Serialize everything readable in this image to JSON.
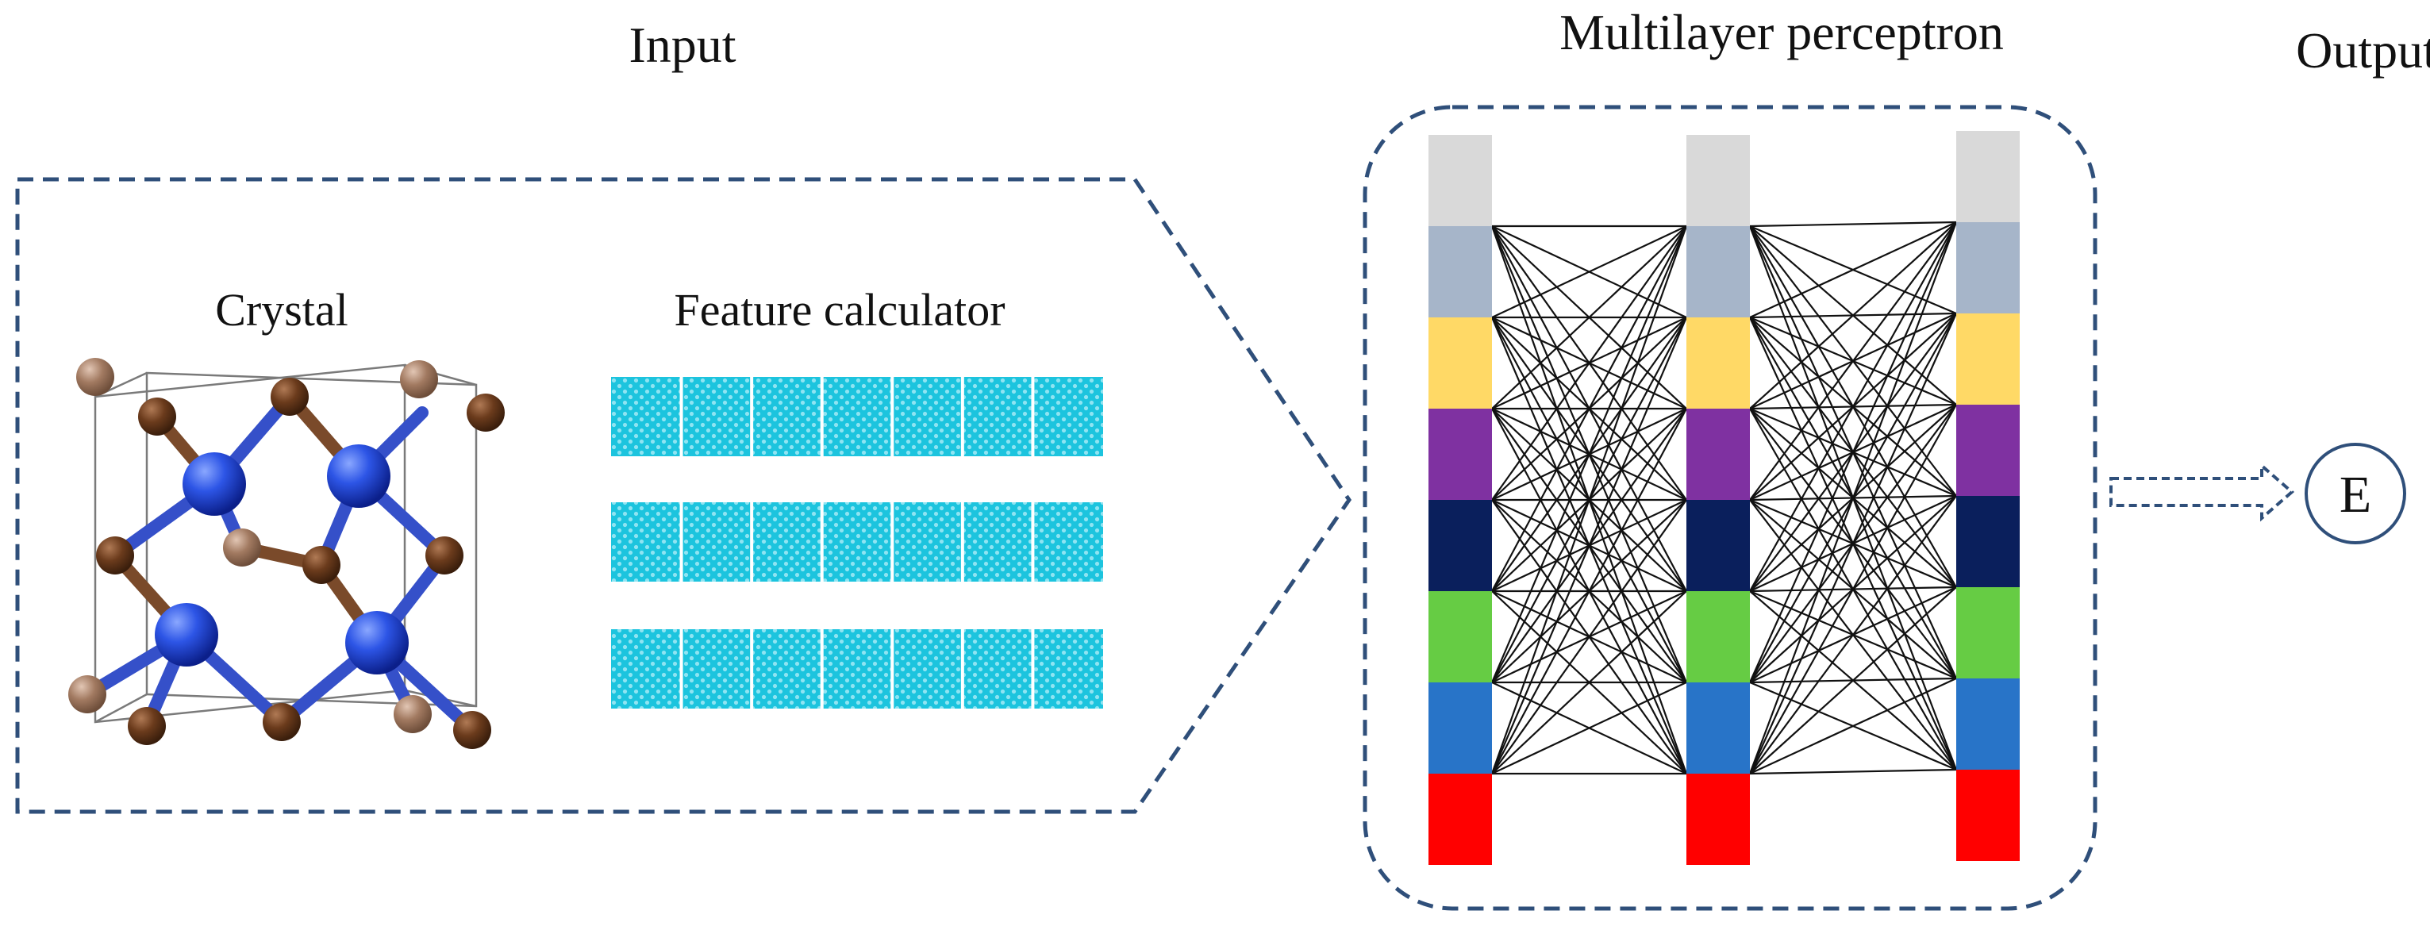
{
  "labels": {
    "input": "Input",
    "mlp": "Multilayer perceptron",
    "output": "Output",
    "crystal": "Crystal",
    "feature": "Feature calculator",
    "energy": "E"
  },
  "colors": {
    "dash_border": "#2f4f7a",
    "feature_bar": "#19bcd6",
    "network_line": "#111111",
    "atom_blue": "#1f45d6",
    "atom_brown_dark": "#6b3b1c",
    "atom_brown_light": "#a27a61",
    "bond_blue": "#3550c9",
    "bond_brown": "#7a4a2a"
  },
  "network": {
    "layers": 3,
    "node_colors": [
      "#d9d9d9",
      "#a6b5c9",
      "#ffd966",
      "#7f31a1",
      "#0a1f5c",
      "#66cc44",
      "#2874c8",
      "#ff0000"
    ]
  },
  "features": {
    "bars": 3,
    "segments_per_bar": 7
  },
  "icons": {
    "arrow": "hollow-right-arrow-icon",
    "energy": "circle-output-icon"
  }
}
